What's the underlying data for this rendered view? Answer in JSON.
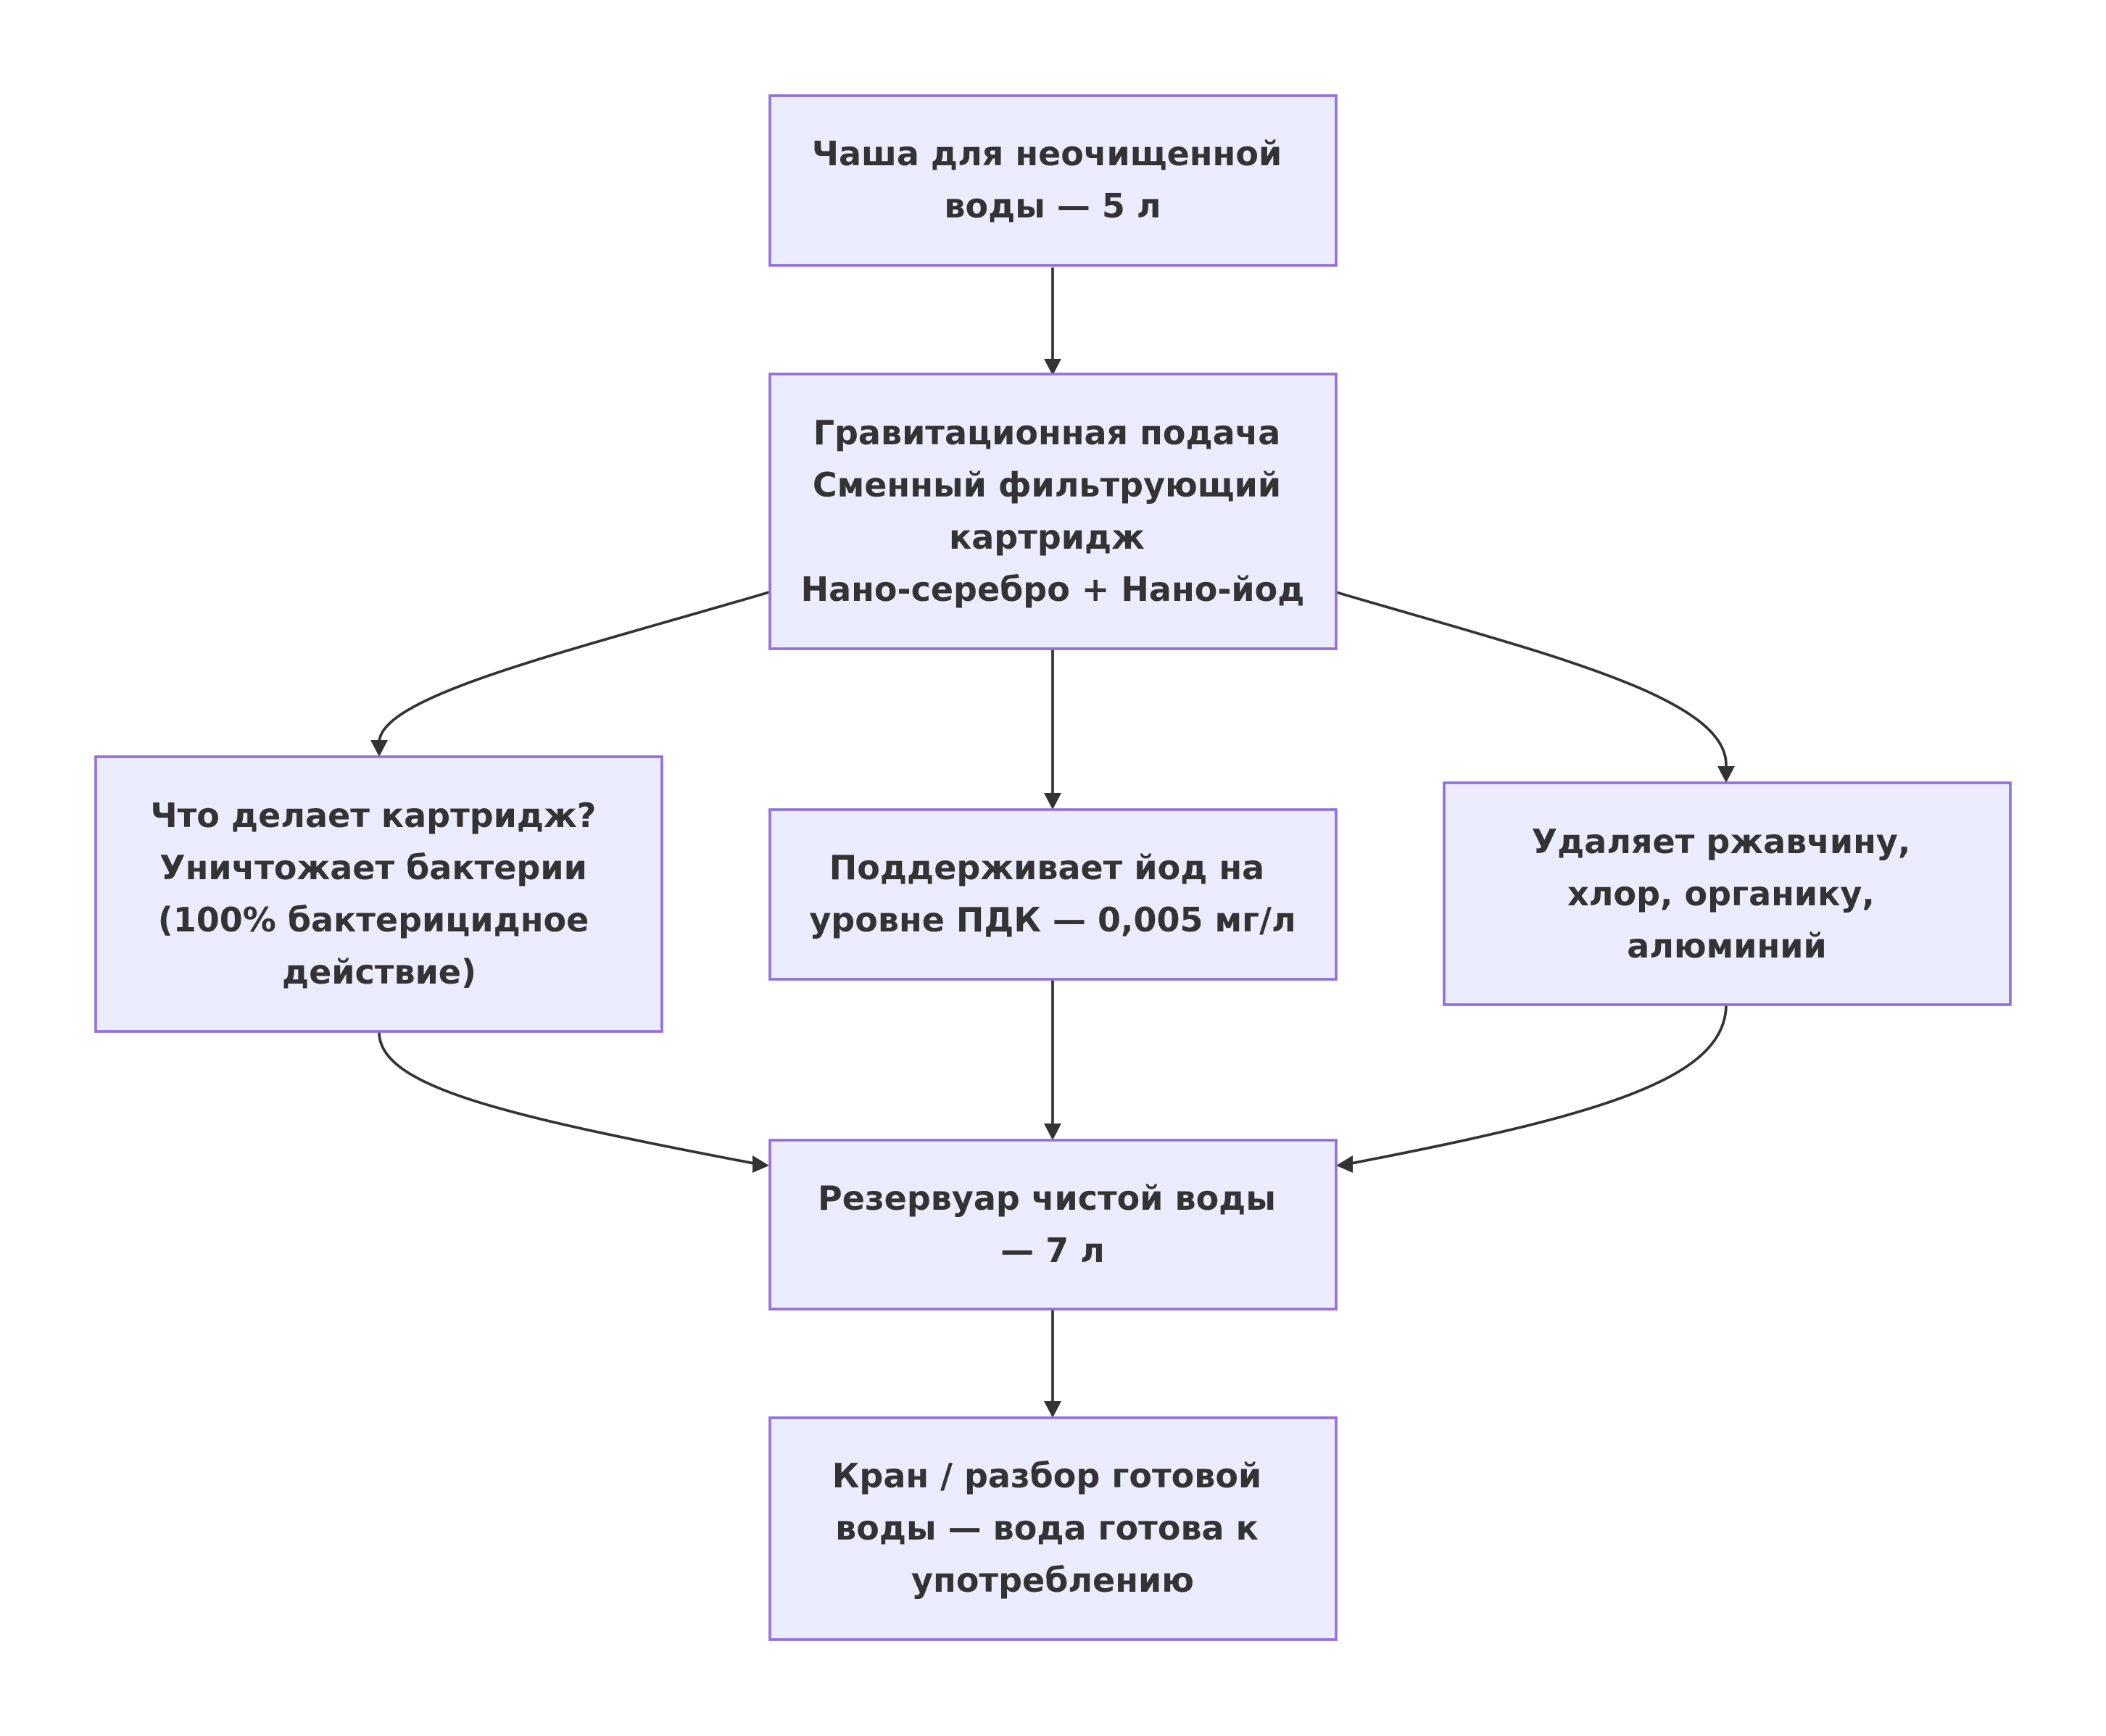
{
  "diagram": {
    "nodes": {
      "bowl": {
        "lines": [
          "Чаша для неочищенной",
          "воды — 5 л"
        ]
      },
      "cartridge": {
        "lines": [
          "Гравитационная подача",
          "Сменный фильтрующий",
          "картридж",
          "Нано-серебро + Нано-йод"
        ]
      },
      "bacteria": {
        "lines": [
          "Что делает картридж?",
          "Уничтожает бактерии",
          "(100% бактерицидное",
          "действие)"
        ]
      },
      "iodine": {
        "lines": [
          "Поддерживает йод на",
          "уровне ПДК — 0,005 мг/л"
        ]
      },
      "removes": {
        "lines": [
          "Удаляет ржавчину,",
          "хлор, органику,",
          "алюминий"
        ]
      },
      "reservoir": {
        "lines": [
          "Резервуар чистой воды",
          "— 7 л"
        ]
      },
      "tap": {
        "lines": [
          "Кран / разбор готовой",
          "воды — вода готова к",
          "употреблению"
        ]
      }
    },
    "edges": [
      {
        "from": "bowl",
        "to": "cartridge"
      },
      {
        "from": "cartridge",
        "to": "bacteria"
      },
      {
        "from": "cartridge",
        "to": "iodine"
      },
      {
        "from": "cartridge",
        "to": "removes"
      },
      {
        "from": "bacteria",
        "to": "reservoir"
      },
      {
        "from": "iodine",
        "to": "reservoir"
      },
      {
        "from": "removes",
        "to": "reservoir"
      },
      {
        "from": "reservoir",
        "to": "tap"
      }
    ]
  }
}
